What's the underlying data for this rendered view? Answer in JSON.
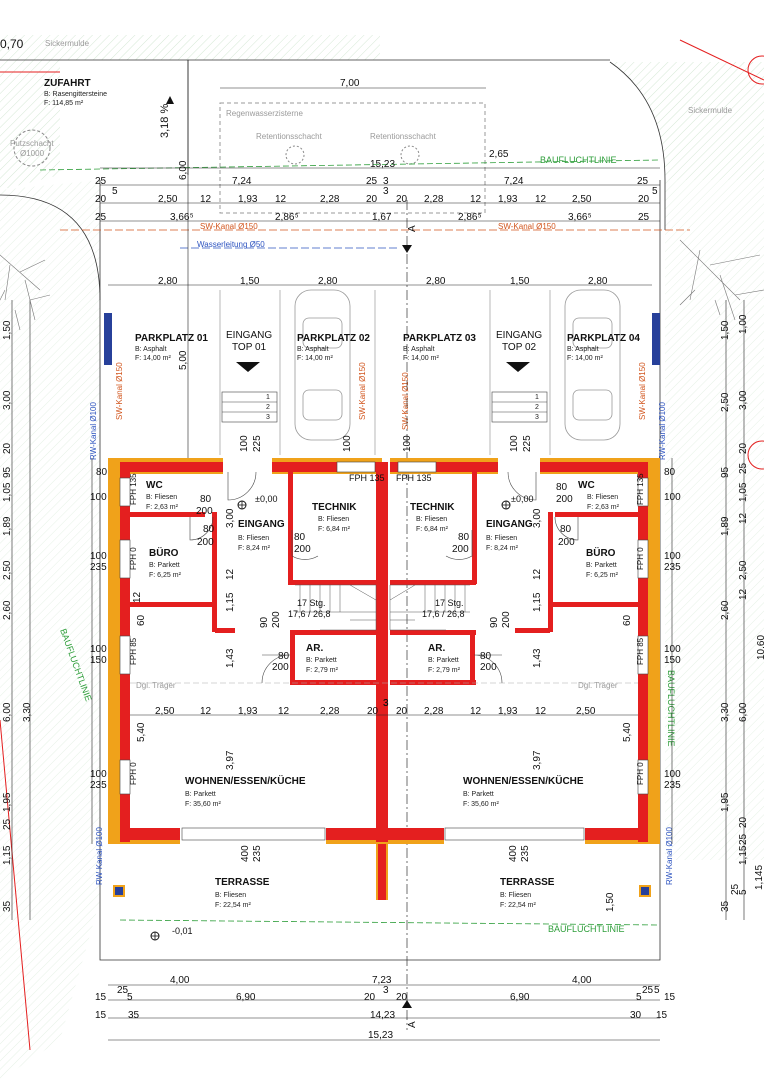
{
  "site": {
    "top_left_value": "0,70",
    "sickermulde_left": "Sickermulde",
    "sickermulde_right": "Sickermulde",
    "zufahrt": {
      "title": "ZUFAHRT",
      "material": "B: Rasengittersteine",
      "area": "F: 114,85 m²"
    },
    "slope": "3,18 %",
    "putzschacht": [
      "Putzschacht",
      "Ø1000"
    ],
    "regenwasserzisterne": "Regenwasserzisterne",
    "retention_1": "Retentionsschacht",
    "retention_2": "Retentionsschacht",
    "baufluchtlinie": "BAUFLUCHTLINIE",
    "sw_kanal": "SW-Kanal Ø150",
    "wasserleitung": "Wasserleitung Ø50",
    "rw_kanal": "RW-Kanal Ø100",
    "section_a": "A",
    "elevation_low": "-0,01",
    "dgl_traeger": "Dgl. Träger"
  },
  "dimensions": {
    "top_row1": [
      "7,00"
    ],
    "top_row2": [
      "2,65",
      "15,23"
    ],
    "top_row3": [
      "25",
      "7,24",
      "25",
      "3",
      "7,24",
      "25"
    ],
    "top_row4": [
      "5",
      "20",
      "2,50",
      "12",
      "1,93",
      "12",
      "2,28",
      "20",
      "3",
      "20",
      "2,28",
      "12",
      "1,93",
      "12",
      "2,50",
      "20",
      "5"
    ],
    "top_row5": [
      "25",
      "3,66⁵",
      "2,86⁵",
      "1,67",
      "2,86⁵",
      "3,66⁵",
      "25"
    ],
    "parking": [
      "2,80",
      "1,50",
      "2,80",
      "2,80",
      "1,50",
      "2,80"
    ],
    "parking_depth": [
      "6,00",
      "5,00"
    ],
    "bottom_row1": [
      "4,00",
      "7,23",
      "4,00"
    ],
    "bottom_row2": [
      "15",
      "25",
      "5",
      "6,90",
      "20",
      "3",
      "20",
      "6,90",
      "5",
      "25",
      "5",
      "15"
    ],
    "bottom_row3": [
      "15",
      "35",
      "14,23",
      "30",
      "15"
    ],
    "bottom_row4": [
      "15,23"
    ],
    "left_side": [
      "1,50",
      "3,00",
      "20",
      "95",
      "1,05",
      "1,89",
      "2,50",
      "2,60",
      "6,00",
      "3,30",
      "1,95",
      "25",
      "1,15",
      "35"
    ],
    "left_inner": [
      "80",
      "100",
      "100",
      "235",
      "100",
      "150",
      "100",
      "235"
    ],
    "right_side": [
      "1,50",
      "1,00",
      "3,00",
      "2,50",
      "20",
      "95",
      "25",
      "1,05",
      "12",
      "1,89",
      "2,50",
      "12",
      "2,60",
      "10,60",
      "3,30",
      "6,00",
      "1,95",
      "20",
      "25",
      "1,15",
      "35",
      "5",
      "25",
      "1,145"
    ],
    "right_inner": [
      "80",
      "100",
      "100",
      "235",
      "100",
      "150",
      "100",
      "235"
    ],
    "interior": [
      "12",
      "3,00",
      "12",
      "1,15",
      "60",
      "1,43",
      "5,40",
      "3,97",
      "12",
      "3",
      "3,00",
      "12",
      "1,15",
      "60",
      "1,43",
      "5,40",
      "3,97"
    ],
    "door_labels": [
      "100",
      "225",
      "100",
      "225",
      "100",
      "100",
      "90",
      "200",
      "90",
      "200",
      "80",
      "200",
      "80",
      "200"
    ],
    "terrace_doors": [
      "400",
      "235",
      "400",
      "235"
    ]
  },
  "rooms": [
    {
      "title": "PARKPLATZ 01",
      "material": "B: Asphalt",
      "area": "F: 14,00 m²"
    },
    {
      "title": "PARKPLATZ 02",
      "material": "B: Asphalt",
      "area": "F: 14,00 m²"
    },
    {
      "title": "PARKPLATZ 03",
      "material": "B: Asphalt",
      "area": "F: 14,00 m²"
    },
    {
      "title": "PARKPLATZ 04",
      "material": "B: Asphalt",
      "area": "F: 14,00 m²"
    },
    {
      "title": "WC",
      "material": "B: Fliesen",
      "area": "F: 2,63 m²"
    },
    {
      "title": "WC",
      "material": "B: Fliesen",
      "area": "F: 2,63 m²"
    },
    {
      "title": "TECHNIK",
      "material": "B: Fliesen",
      "area": "F: 6,84 m²"
    },
    {
      "title": "TECHNIK",
      "material": "B: Fliesen",
      "area": "F: 6,84 m²"
    },
    {
      "title": "EINGANG",
      "material": "B: Fliesen",
      "area": "F: 8,24 m²"
    },
    {
      "title": "EINGANG",
      "material": "B: Fliesen",
      "area": "F: 8,24 m²"
    },
    {
      "title": "BÜRO",
      "material": "B: Parkett",
      "area": "F: 6,25 m²"
    },
    {
      "title": "BÜRO",
      "material": "B: Parkett",
      "area": "F: 6,25 m²"
    },
    {
      "title": "AR.",
      "material": "B: Parkett",
      "area": "F: 2,79 m²"
    },
    {
      "title": "AR.",
      "material": "B: Parkett",
      "area": "F: 2,79 m²"
    },
    {
      "title": "WOHNEN/ESSEN/KÜCHE",
      "material": "B: Parkett",
      "area": "F: 35,60 m²"
    },
    {
      "title": "WOHNEN/ESSEN/KÜCHE",
      "material": "B: Parkett",
      "area": "F: 35,60 m²"
    },
    {
      "title": "TERRASSE",
      "material": "B: Fliesen",
      "area": "F: 22,54 m²"
    },
    {
      "title": "TERRASSE",
      "material": "B: Fliesen",
      "area": "F: 22,54 m²"
    }
  ],
  "labels": {
    "eingang_top01": [
      "EINGANG",
      "TOP 01"
    ],
    "eingang_top02": [
      "EINGANG",
      "TOP 02"
    ],
    "level_zero": "±0,00",
    "stairs_left": [
      "17 Stg.",
      "17,6 / 26,8"
    ],
    "stairs_right": [
      "17 Stg.",
      "17,6 / 26,8"
    ],
    "fph_135": "FPH 135",
    "fph_0": "FPH 0",
    "fph_85": "FPH 85",
    "fph_135_small": "FPH 135",
    "step_numbers": [
      "1",
      "2",
      "3"
    ]
  },
  "colors": {
    "wall_red": "#e41f1f",
    "insulation": "#f0a21a",
    "dim_line": "#222222",
    "green": "#2e9e3a",
    "orange": "#d2561e",
    "blue": "#2f55c0",
    "window_blue": "#27409a"
  }
}
